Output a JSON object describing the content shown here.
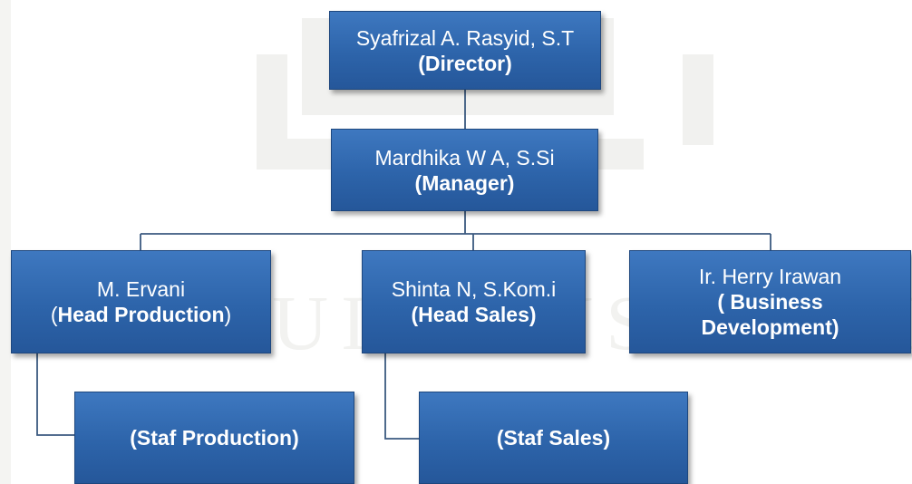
{
  "chart": {
    "director": {
      "name": "Syafrizal A. Rasyid, S.T",
      "role": "(Director)"
    },
    "manager": {
      "name": "Mardhika W A, S.Si",
      "role": "(Manager)"
    },
    "head_production": {
      "name": "M. Ervani",
      "role_open": "(",
      "role": "Head Production",
      "role_close": ")"
    },
    "head_sales": {
      "name": "Shinta N, S.Kom.i",
      "role": "(Head Sales)"
    },
    "business_dev": {
      "name": "Ir. Herry Irawan",
      "role_line1": "( Business",
      "role_line2": "Development)"
    },
    "staf_production": {
      "role": "(Staf Production)"
    },
    "staf_sales": {
      "role": "(Staf Sales)"
    }
  },
  "colors": {
    "box": "#2d64aa",
    "box_border": "#1e477e",
    "text": "#ffffff",
    "line": "#3b5a80"
  },
  "watermark": {
    "text": "UIN SUSKA RIAU"
  }
}
